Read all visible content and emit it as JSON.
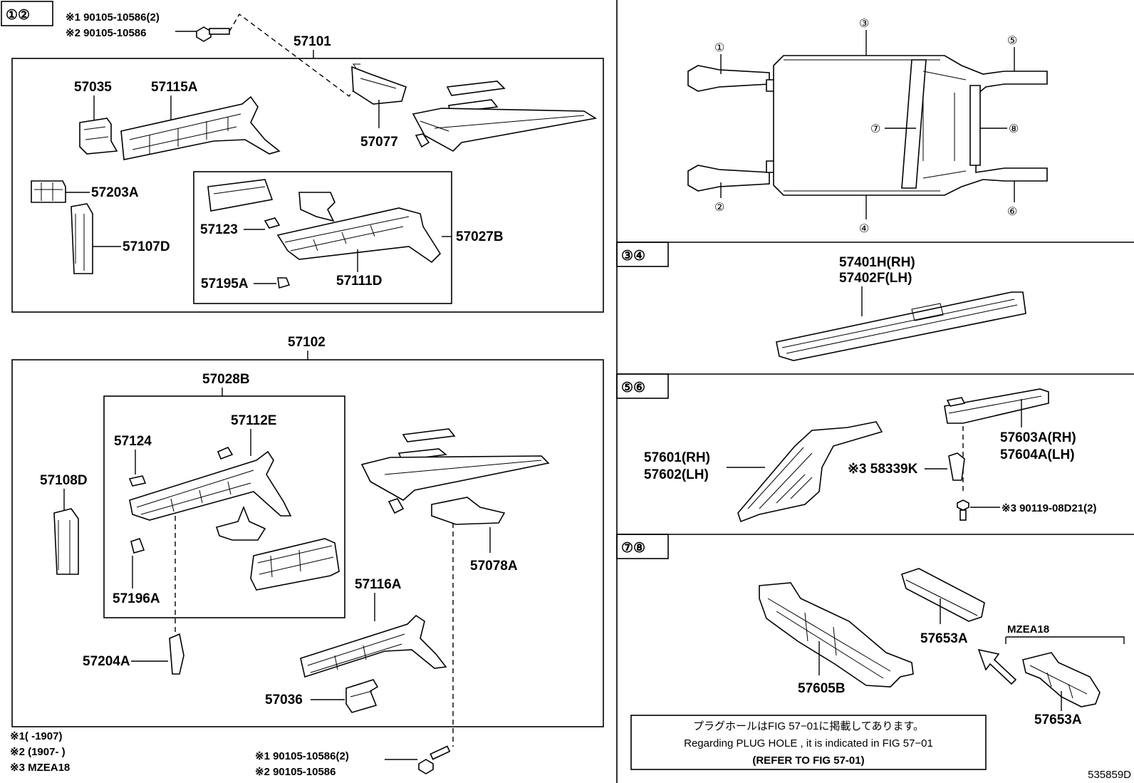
{
  "diagram_id": "535859D",
  "sections": {
    "s12": {
      "tag": [
        "①",
        "②"
      ]
    },
    "s34": {
      "tag": [
        "③",
        "④"
      ]
    },
    "s56": {
      "tag": [
        "⑤",
        "⑥"
      ]
    },
    "s78": {
      "tag": [
        "⑦",
        "⑧"
      ]
    }
  },
  "bolt_top": {
    "line1": "※1 90105-10586(2)",
    "line2": "※2 90105-10586"
  },
  "bolt_bottom": {
    "line1": "※1 90105-10586(2)",
    "line2": "※2 90105-10586"
  },
  "parts": {
    "p57101": "57101",
    "p57035": "57035",
    "p57115A": "57115A",
    "p57077": "57077",
    "p57203A": "57203A",
    "p57107D": "57107D",
    "p57123": "57123",
    "p57027B": "57027B",
    "p57195A": "57195A",
    "p57111D": "57111D",
    "p57102": "57102",
    "p57028B": "57028B",
    "p57112E": "57112E",
    "p57124": "57124",
    "p57108D": "57108D",
    "p57196A": "57196A",
    "p57204A": "57204A",
    "p57078A": "57078A",
    "p57116A": "57116A",
    "p57036": "57036",
    "p57401H": "57401H(RH)",
    "p57402F": "57402F(LH)",
    "p57601": "57601(RH)",
    "p57602": "57602(LH)",
    "p57603A": "57603A(RH)",
    "p57604A": "57604A(LH)",
    "p58339K": "※3 58339K",
    "p90119": "※3 90119-08D21(2)",
    "p57653A_1": "57653A",
    "p57605B": "57605B",
    "p57653A_2": "57653A",
    "mzea18": "MZEA18"
  },
  "overview_callouts": [
    "①",
    "②",
    "③",
    "④",
    "⑤",
    "⑥",
    "⑦",
    "⑧"
  ],
  "footnotes": {
    "n1": "※1(      -1907)",
    "n2": "※2 (1907-      )",
    "n3": "※3 MZEA18"
  },
  "notice": {
    "jp": "プラグホールはFIG 57−01に掲載してあります。",
    "en": "Regarding  PLUG  HOLE , it is indicated in FIG  57−01",
    "ref": "(REFER  TO  FIG  57-01)"
  }
}
